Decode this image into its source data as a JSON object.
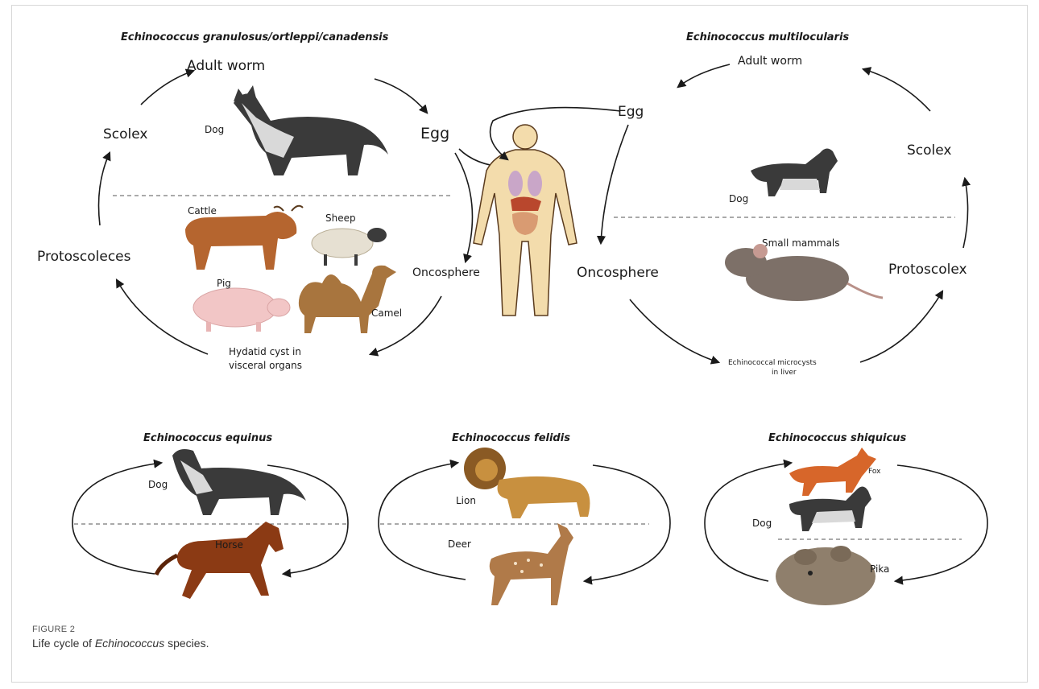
{
  "panels": {
    "granulosus": {
      "title": "Echinococcus granulosus/ortleppi/canadensis",
      "adult_worm": "Adult worm",
      "egg": "Egg",
      "oncosphere": "Oncosphere",
      "scolex": "Scolex",
      "protoscoleces": "Protoscoleces",
      "hydatid_line1": "Hydatid cyst in",
      "hydatid_line2": "visceral organs",
      "dog": "Dog",
      "cattle": "Cattle",
      "sheep": "Sheep",
      "pig": "Pig",
      "camel": "Camel"
    },
    "multilocularis": {
      "title": "Echinococcus multilocularis",
      "adult_worm": "Adult worm",
      "egg": "Egg",
      "oncosphere": "Oncosphere",
      "scolex": "Scolex",
      "protoscolex": "Protoscolex",
      "small_mammals": "Small mammals",
      "microcysts_line1": "Echinococcal microcysts",
      "microcysts_line2": "in liver",
      "dog": "Dog"
    },
    "equinus": {
      "title": "Echinococcus equinus",
      "dog": "Dog",
      "horse": "Horse"
    },
    "felidis": {
      "title": "Echinococcus felidis",
      "lion": "Lion",
      "deer": "Deer"
    },
    "shiquicus": {
      "title": "Echinococcus shiquicus",
      "fox": "Fox",
      "dog": "Dog",
      "pika": "Pika"
    }
  },
  "caption": {
    "label": "FIGURE 2",
    "text_before": "Life cycle of ",
    "text_italic": "Echinococcus",
    "text_after": " species."
  },
  "colors": {
    "dog_dark": "#3a3a3a",
    "dog_light": "#d9d9d9",
    "cattle": "#b5652f",
    "sheep": "#e6e0d2",
    "pig": "#f2c6c6",
    "camel": "#a8753e",
    "rat": "#7d7068",
    "fox": "#d7662a",
    "horse": "#8b3a14",
    "lion": "#c8903f",
    "deer": "#b07a49",
    "pika": "#8f7f6c",
    "human_skin": "#f3dcac",
    "human_outline": "#5a3b1e"
  }
}
